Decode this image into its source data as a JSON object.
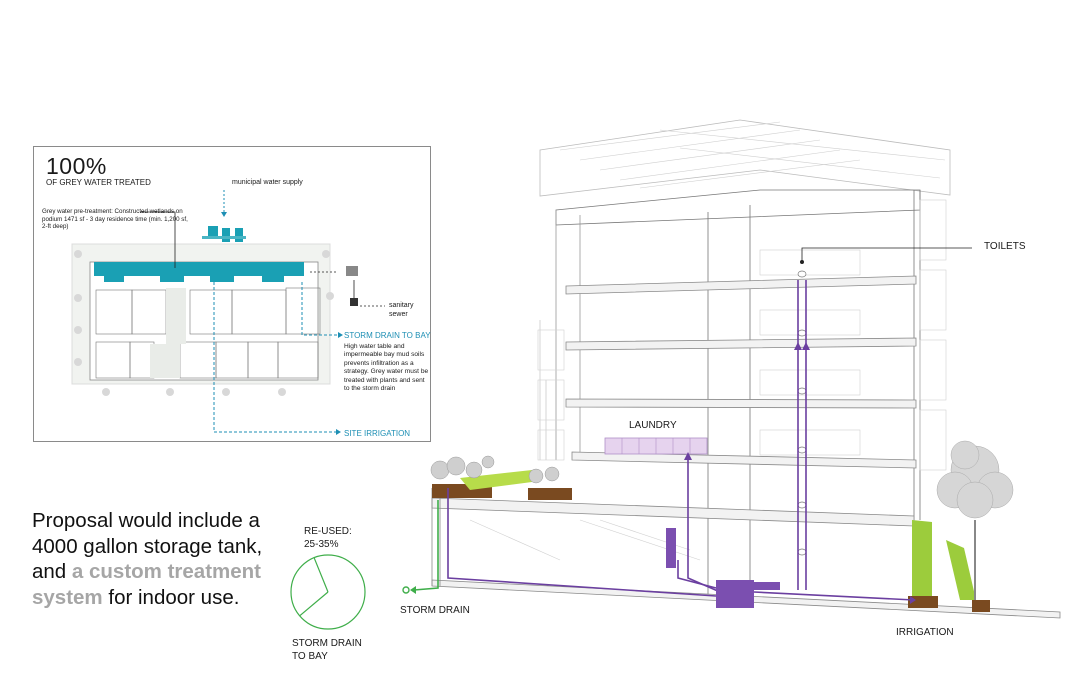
{
  "inset": {
    "percent": "100%",
    "percent_caption": "OF GREY WATER TREATED",
    "municipal": "municipal water supply",
    "pretreatment": "Grey water pre-treatment: Constructed wetlands on podium 1471 sf - 3 day residence time (min. 1,200 sf, 2-ft deep)",
    "sanitary_sewer": "sanitary sewer",
    "storm_drain_to_bay": "STORM DRAIN TO BAY",
    "high_water": "High water table and impermeable bay mud soils prevents infiltration as a strategy.  Grey water must be treated with plants and sent to the storm drain",
    "site_irrigation": "SITE IRRIGATION"
  },
  "proposal": {
    "line_prefix": "Proposal would include a 4000 gallon storage tank, and ",
    "highlight": "a custom treatment system",
    "line_suffix": " for indoor use."
  },
  "pie": {
    "reused_label": "RE-USED:",
    "reused_value": "25-35%",
    "storm_label": "STORM DRAIN TO BAY",
    "reused_fraction": 0.3
  },
  "section": {
    "toilets": "TOILETS",
    "laundry": "LAUNDRY",
    "storm_drain": "STORM DRAIN",
    "irrigation": "IRRIGATION"
  },
  "colors": {
    "pipe": "#6b3fa0",
    "tank": "#7b4fb0",
    "teal": "#1aa0b4",
    "green": "#9ccc3c",
    "blue_text": "#1d8fb4",
    "pie_green": "#3fae4a"
  }
}
